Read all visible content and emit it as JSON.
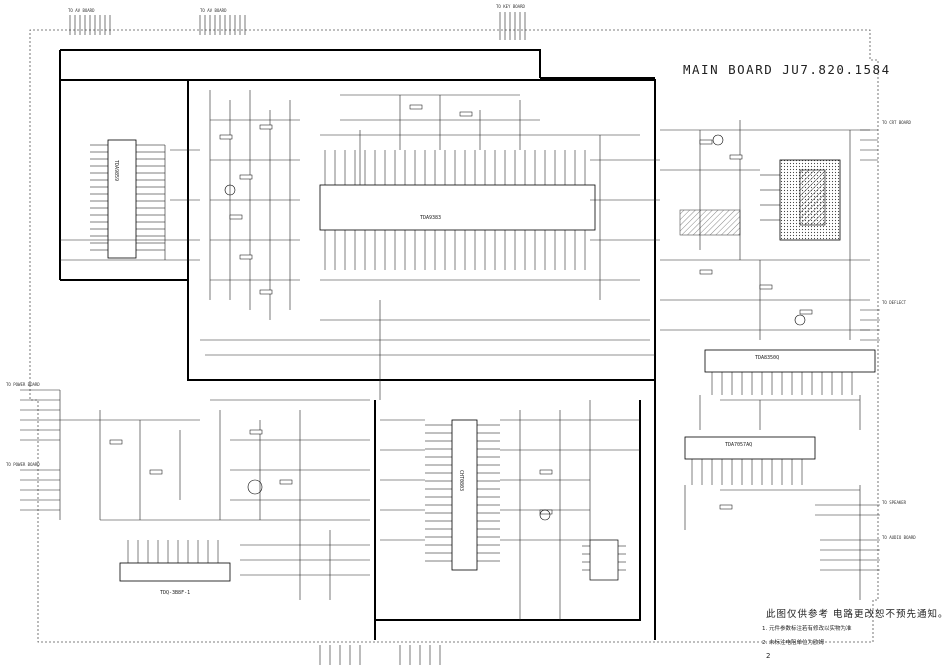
{
  "title": "MAIN BOARD JU7.820.1584",
  "chips": {
    "main": "TDA9383",
    "audio_proc": "TDA9859",
    "vertical": "TDA8350Q",
    "audio_amp": "TDA7057AQ",
    "micro": "CHT0803",
    "tuner": "TDQ-3B8F-1"
  },
  "notes": {
    "line1": "此图仅供参考  电路更改恕不预先通知。",
    "line2": "1. 元件参数标注若有修改以实物为准",
    "line3": "2. 未标注电阻单位为欧姆",
    "line4": "2"
  },
  "connectors": {
    "top1": "TO AV BOARD",
    "top2": "TO AV BOARD",
    "top3": "TO KEY BOARD",
    "right1": "TO CRT BOARD",
    "right2": "TO DEFLECT",
    "right3": "TO SPEAKER",
    "right4": "TO AUDIO BOARD",
    "left1": "TO POWER BOARD",
    "left2": "TO POWER BOARD"
  }
}
